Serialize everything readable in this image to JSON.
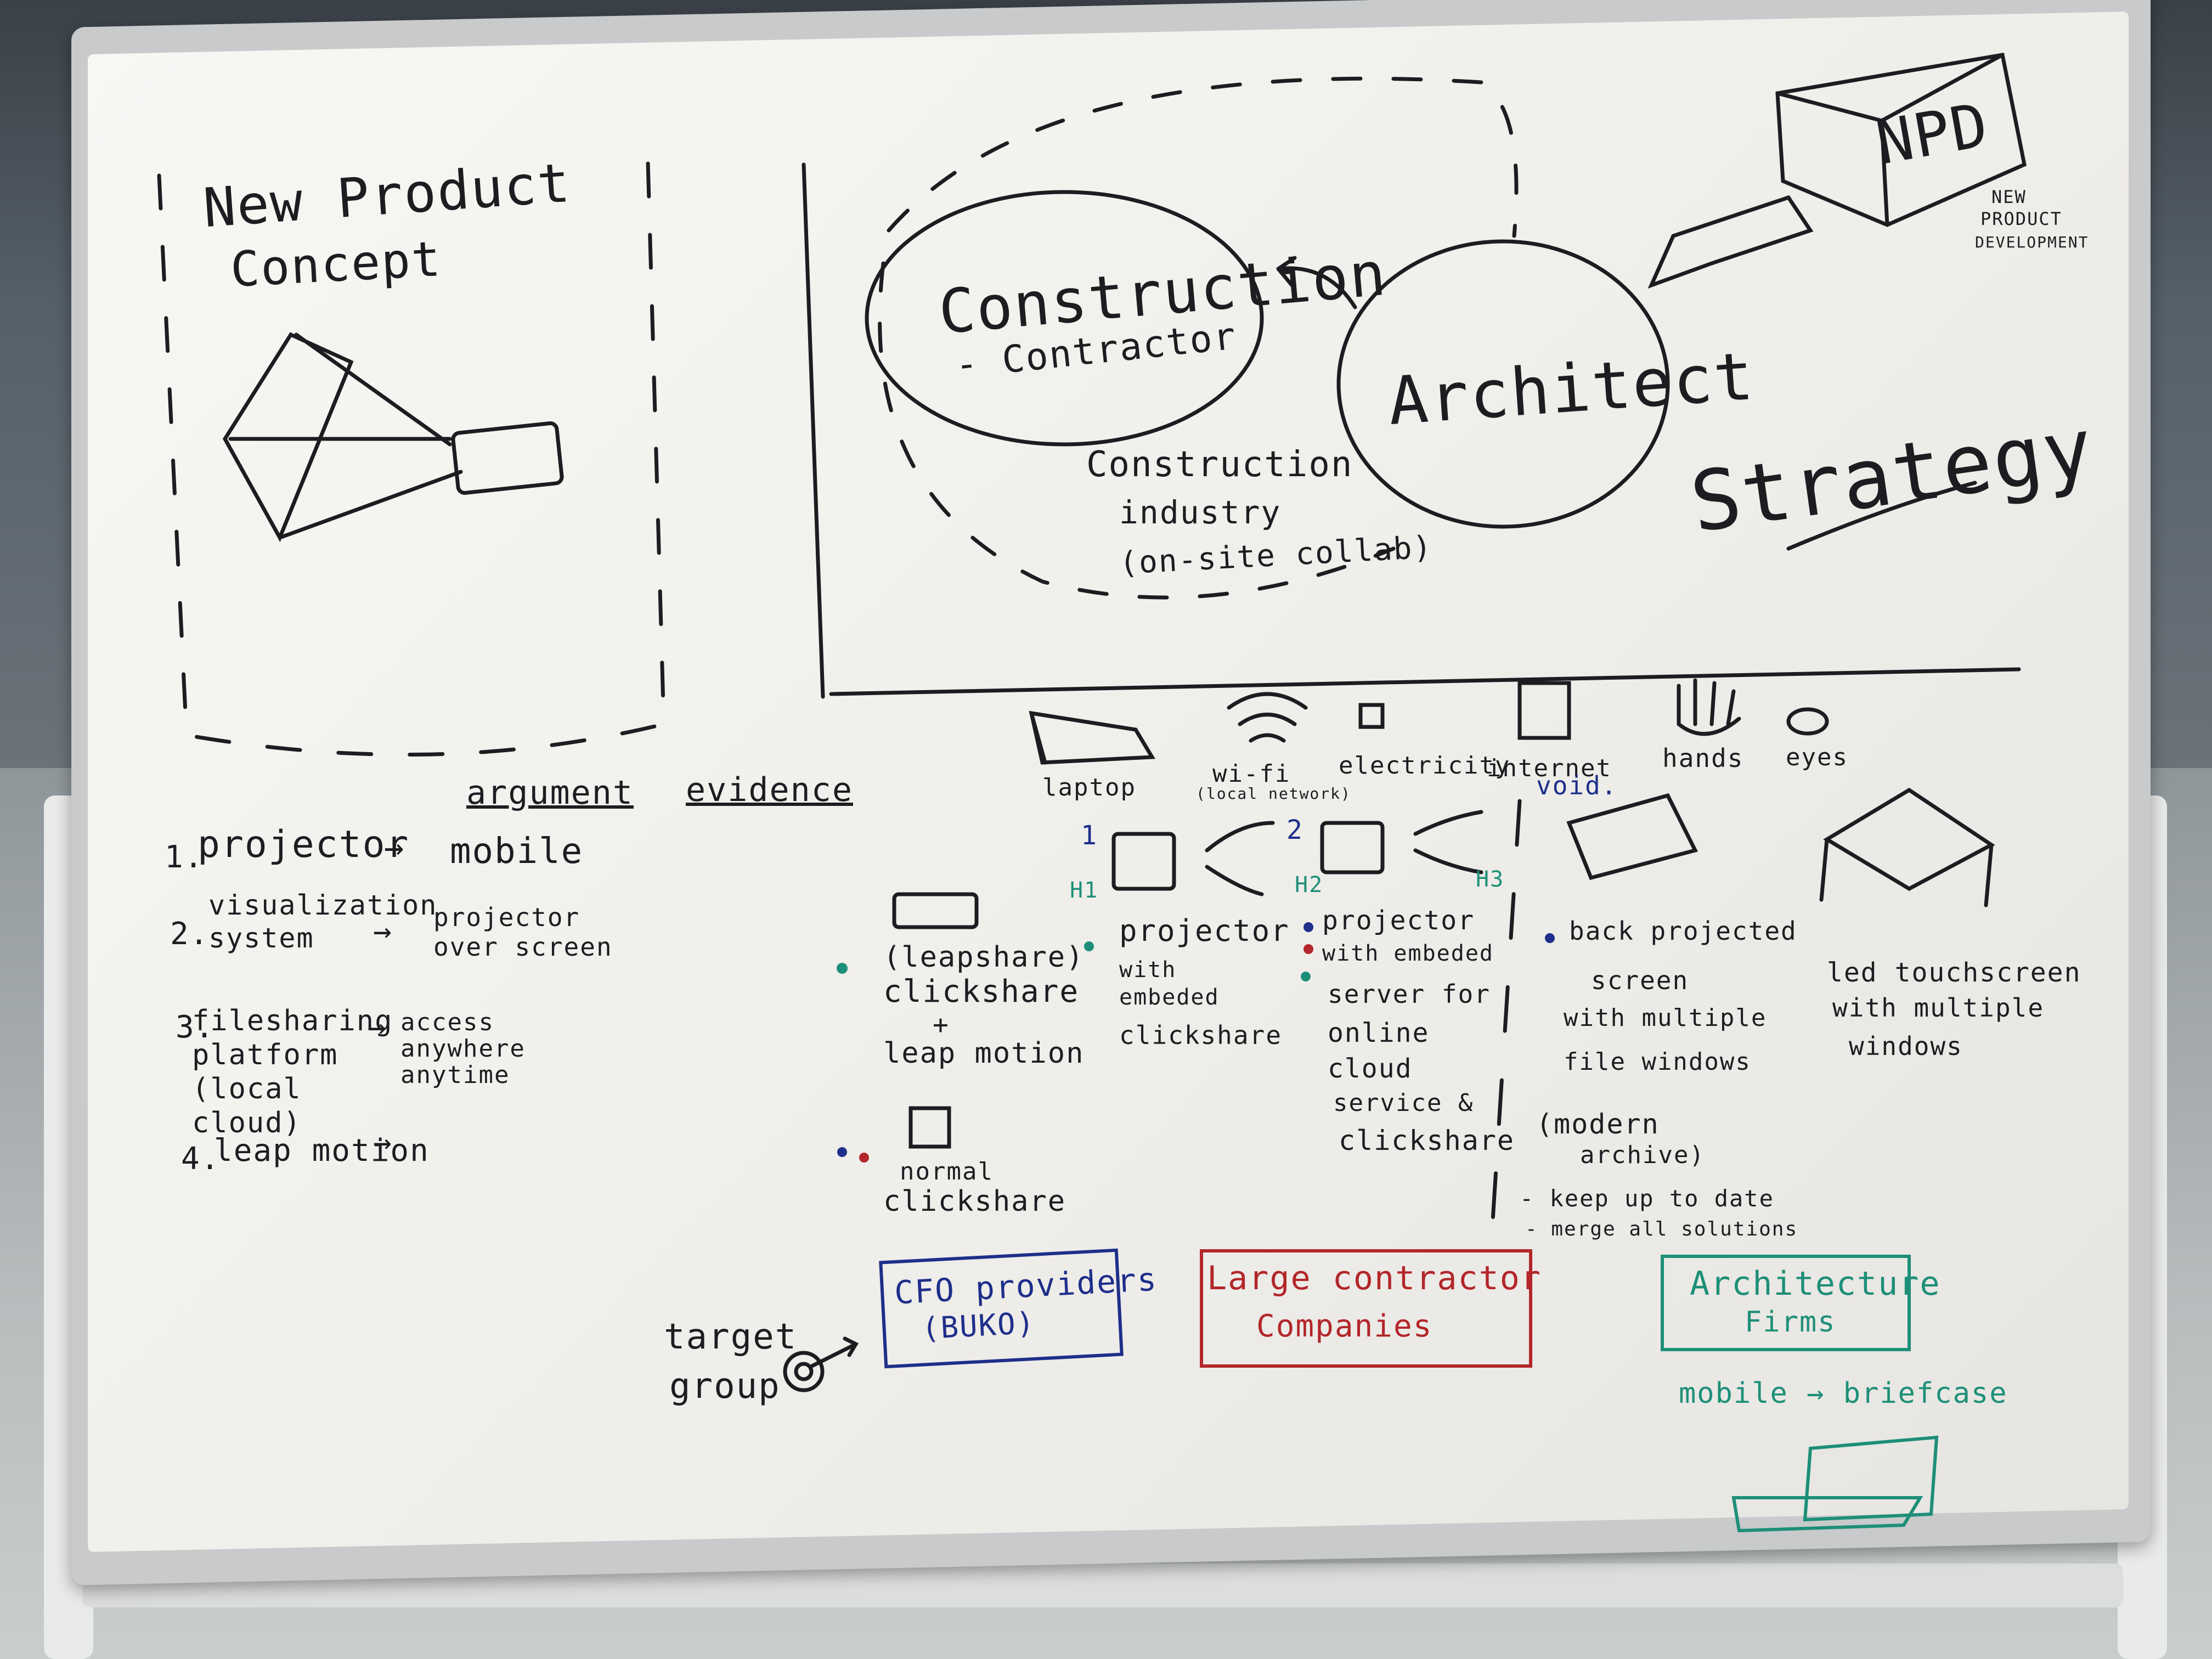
{
  "left_panel": {
    "title_line1": "New Product",
    "title_line2": "Concept"
  },
  "columns": {
    "argument": "argument",
    "evidence": "evidence"
  },
  "list": [
    {
      "num": "1.",
      "item": "projector",
      "arrow": "→",
      "arg": "mobile"
    },
    {
      "num": "2.",
      "item": "visualization system",
      "arrow": "→",
      "arg": "projector over screen"
    },
    {
      "num": "3.",
      "item": "filesharing platform (local cloud)",
      "arrow": "→",
      "arg": "access anywhere anytime"
    },
    {
      "num": "4.",
      "item": "leap motion",
      "arrow": "→",
      "arg": ""
    }
  ],
  "diagram": {
    "construction": "Construction",
    "contractor": "- Contractor",
    "architect": "Architect",
    "industry_line1": "Construction",
    "industry_line2": "industry",
    "industry_line3": "(on-site collab)",
    "strategy": "Strategy",
    "npd": "NPD",
    "npd_caption_line1": "NEW",
    "npd_caption_line2": "PRODUCT",
    "npd_caption_line3": "DEVELOPMENT"
  },
  "resources": [
    {
      "label": "laptop",
      "icon": "laptop-icon"
    },
    {
      "label": "wi-fi",
      "sub": "(local network)",
      "icon": "wifi-icon"
    },
    {
      "label": "electricity",
      "icon": "plug-icon"
    },
    {
      "label": "internet",
      "icon": "router-icon"
    },
    {
      "label": "hands",
      "icon": "hand-icon"
    },
    {
      "label": "eyes",
      "icon": "eye-icon"
    }
  ],
  "hypotheses": {
    "h1": "H1",
    "h2": "H2",
    "h3": "H3",
    "n1": "1",
    "n2": "2",
    "void": "void."
  },
  "options": {
    "clickshare_leap": [
      "(leapshare)",
      "clickshare",
      "+",
      "leap motion"
    ],
    "normal_clickshare": [
      "normal",
      "clickshare"
    ],
    "h1_text": [
      "projector",
      "with",
      "embeded",
      "clickshare"
    ],
    "h2_text": [
      "projector",
      "with embeded",
      "server for",
      "online",
      "cloud",
      "service &",
      "clickshare"
    ],
    "h3_text": [
      "back projected",
      "screen",
      "with multiple",
      "file windows",
      "(modern",
      "archive)",
      "- keep up to date",
      "- merge all solutions"
    ],
    "touch_text": [
      "led touchscreen",
      "with multiple",
      "windows"
    ]
  },
  "targets": {
    "label_line1": "target",
    "label_line2": "group",
    "cfo_line1": "CFO providers",
    "cfo_line2": "(BUKO)",
    "large_line1": "Large contractor",
    "large_line2": "Companies",
    "arch_line1": "Architecture",
    "arch_line2": "Firms",
    "mobile": "mobile → briefcase"
  },
  "colors": {
    "ink_black": "#1d1d21",
    "ink_blue": "#1e2e8a",
    "ink_red": "#b3262a",
    "ink_teal": "#1d8f78"
  }
}
